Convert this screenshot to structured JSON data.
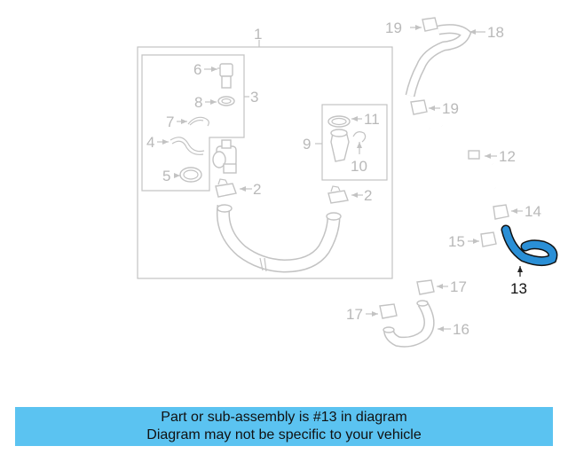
{
  "diagram": {
    "callouts": [
      "1",
      "2",
      "2",
      "3",
      "4",
      "5",
      "6",
      "7",
      "8",
      "9",
      "10",
      "11",
      "12",
      "13",
      "14",
      "15",
      "16",
      "17",
      "17",
      "18",
      "19",
      "19"
    ],
    "highlighted_part": "13",
    "highlight_color": "#2a8fd6",
    "line_color": "#c3c3c3"
  },
  "caption": {
    "line1": "Part or sub-assembly is #13 in diagram",
    "line2": "Diagram may not be specific to your vehicle",
    "background": "#5bc3f1"
  }
}
